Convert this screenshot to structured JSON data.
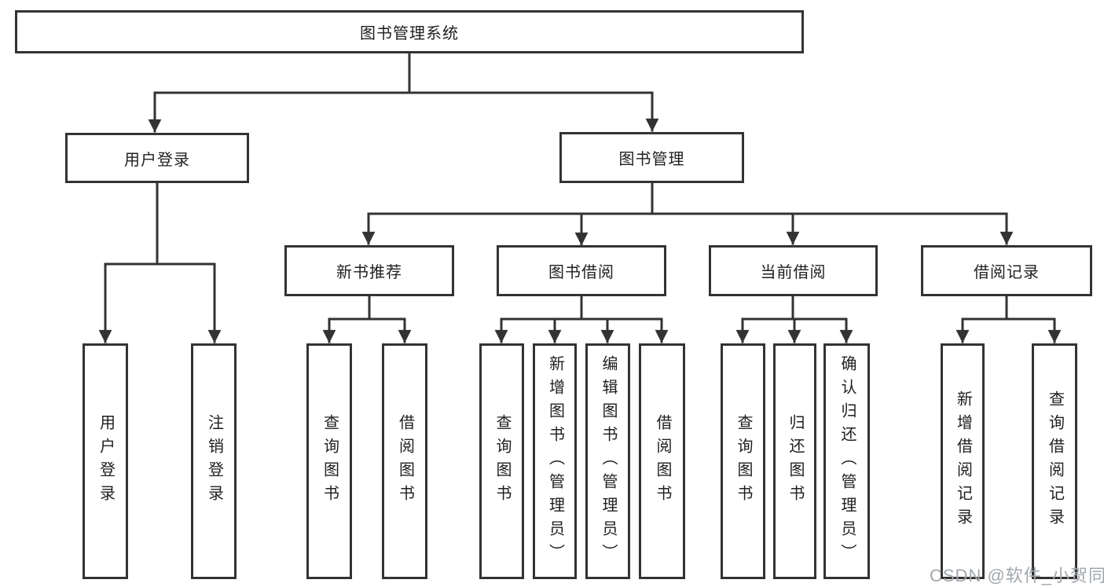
{
  "diagram": {
    "root": "图书管理系统",
    "level2": {
      "user_login": "用户登录",
      "book_management": "图书管理"
    },
    "level3": {
      "new_book_recommend": "新书推荐",
      "book_borrow": "图书借阅",
      "current_borrow": "当前借阅",
      "borrow_records": "借阅记录"
    },
    "leaves": {
      "user_login": "用户登录",
      "logout": "注销登录",
      "recommend_query_books": "查询图书",
      "recommend_borrow_books": "借阅图书",
      "borrow_query_books": "查询图书",
      "borrow_add_books_admin": "新增图书（管理员）",
      "borrow_edit_books_admin": "编辑图书（管理员）",
      "borrow_borrow_books": "借阅图书",
      "current_query_books": "查询图书",
      "current_return_books": "归还图书",
      "current_confirm_return_admin": "确认归还（管理员）",
      "records_add_record": "新增借阅记录",
      "records_query_record": "查询借阅记录"
    },
    "watermark": "CSDN @软件_小贺同学",
    "colors": {
      "line": "#333333",
      "text": "#1f1f1f",
      "box_background": "#ffffff",
      "watermark": "#a2a7ac",
      "page_background": "#ffffff"
    }
  }
}
